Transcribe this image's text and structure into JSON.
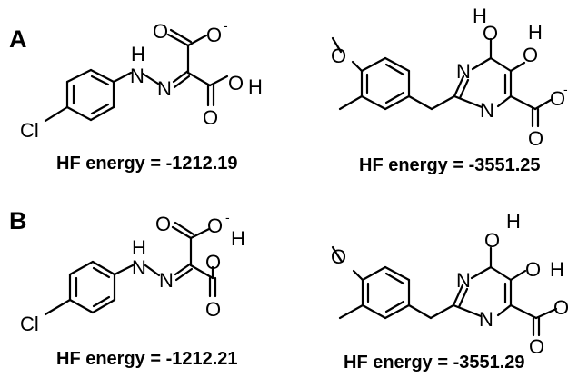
{
  "panels": {
    "a": {
      "label": "A",
      "left": {
        "energy": "HF energy = -1212.19"
      },
      "right": {
        "energy": "HF energy = -3551.25"
      }
    },
    "b": {
      "label": "B",
      "left": {
        "energy": "HF energy = -1212.21"
      },
      "right": {
        "energy": "HF energy = -3551.29"
      }
    }
  },
  "atoms": {
    "cl": "Cl",
    "n": "N",
    "h": "H",
    "o": "O",
    "charge": "-"
  }
}
